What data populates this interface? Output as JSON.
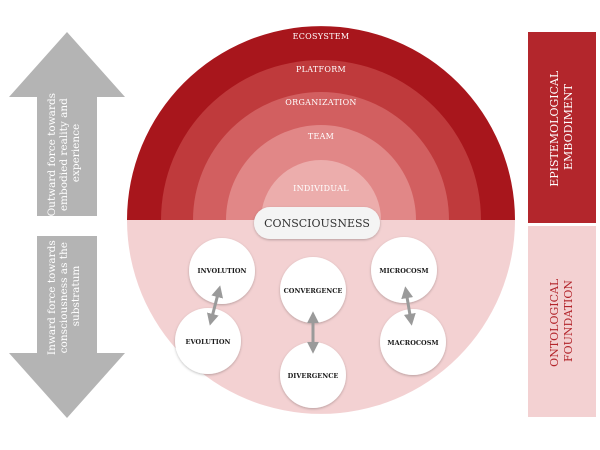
{
  "colors": {
    "ring_1": "#a8161c",
    "ring_2": "#bf3a3c",
    "ring_3": "#d25f60",
    "ring_4": "#e18787",
    "ring_5": "#ecadac",
    "lower_half": "#f3d1d2",
    "side_top": "#b3262c",
    "side_bottom": "#f3d1d2",
    "arrow": "#b4b4b4",
    "connector": "#9a9a9a"
  },
  "upper_layers": {
    "ecosystem": "ECOSYSTEM",
    "platform": "PLATFORM",
    "organization": "ORGANIZATION",
    "team": "TEAM",
    "individual": "INDIVIDUAL"
  },
  "core": {
    "label": "CONSCIOUSNESS"
  },
  "nodes": {
    "involution": "INVOLUTION",
    "evolution": "EVOLUTION",
    "convergence": "CONVERGENCE",
    "divergence": "DIVERGENCE",
    "microcosm": "MICROCOSM",
    "macrocosm": "MACROCOSM"
  },
  "arrows": {
    "outward": [
      "Outward force towards",
      "embodied reality and",
      "experience"
    ],
    "inward": [
      "Inward force towards",
      "consciousness as the",
      "substratum"
    ]
  },
  "side_panels": {
    "top": [
      "EPISTEMOLOGICAL",
      "EMBODIMENT"
    ],
    "bottom": [
      "ONTOLOGICAL",
      "FOUNDATION"
    ]
  }
}
